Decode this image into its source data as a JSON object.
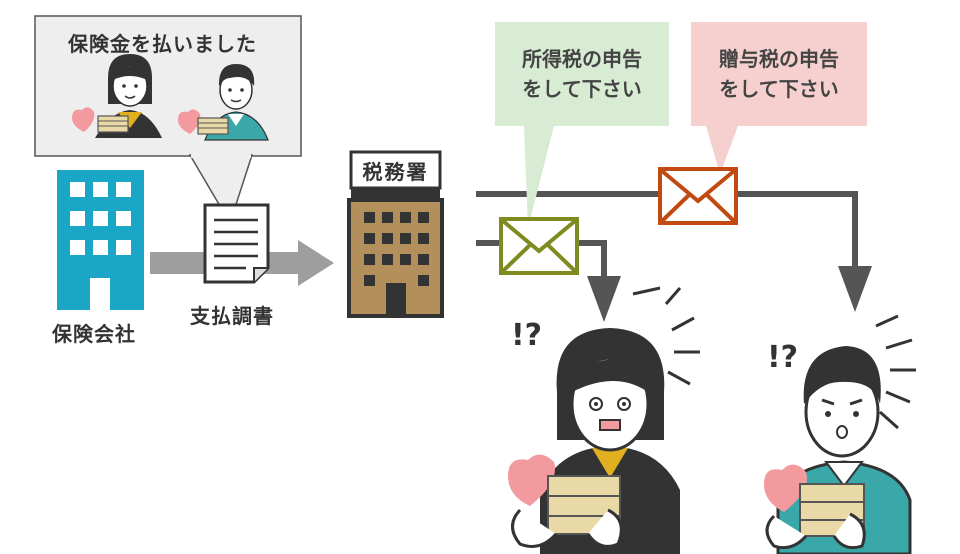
{
  "top_bubble": {
    "text": "保険金を払いました"
  },
  "company": {
    "label": "保険会社",
    "color": "#1aa6c6"
  },
  "document": {
    "label": "支払調書"
  },
  "tax_office": {
    "sign": "税務署",
    "color": "#b38f5c"
  },
  "income_tax_bubble": {
    "line1": "所得税の申告",
    "line2": "をして下さい",
    "color": "#d8ebd3"
  },
  "gift_tax_bubble": {
    "line1": "贈与税の申告",
    "line2": "をして下さい",
    "color": "#f5d0cf"
  },
  "surprise": {
    "woman": "!?",
    "man": "!?"
  },
  "colors": {
    "line": "#555555",
    "arrow_gray": "#9e9e9e",
    "envelope_green": "#7f8b1f",
    "envelope_orange": "#c04a10",
    "heart": "#f29a9e",
    "money": "#e9d9a6"
  }
}
